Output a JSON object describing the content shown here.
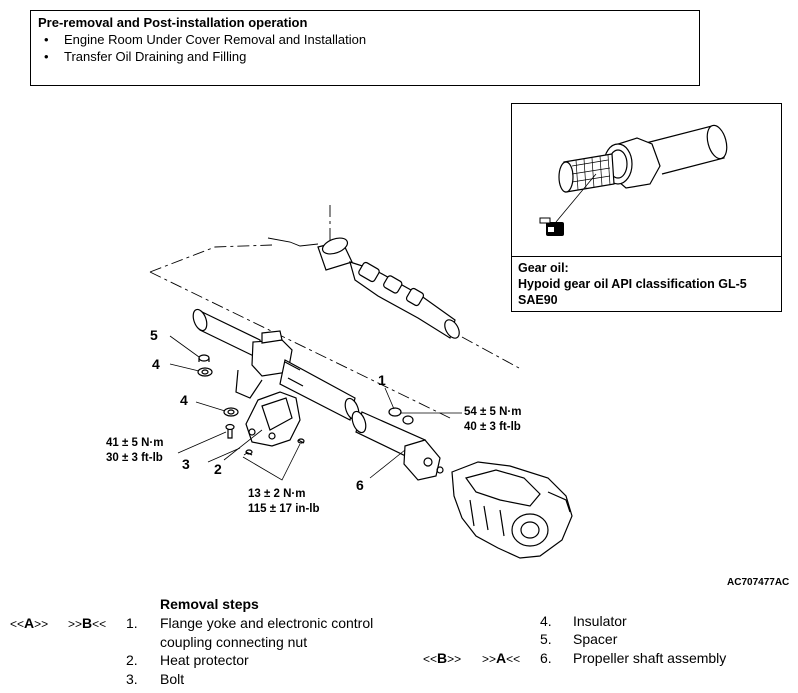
{
  "pre_box": {
    "title": "Pre-removal and Post-installation operation",
    "items": [
      "Engine Room Under Cover Removal and Installation",
      "Transfer Oil Draining and Filling"
    ]
  },
  "inset": {
    "note_line1": "Gear oil:",
    "note_line2": "Hypoid gear oil API classification GL-5",
    "note_line3": "SAE90"
  },
  "callouts": {
    "c1": "1",
    "c2": "2",
    "c3": "3",
    "c4a": "4",
    "c4b": "4",
    "c5": "5",
    "c6": "6"
  },
  "torques": {
    "t1_nm": "54 ± 5 N·m",
    "t1_ftlb": "40 ± 3 ft-lb",
    "t2_nm": "41 ± 5 N·m",
    "t2_ftlb": "30 ± 3 ft-lb",
    "t3_nm": "13 ± 2 N·m",
    "t3_inlb": "115 ± 17 in-lb"
  },
  "figure_code": "AC707477AC",
  "removal": {
    "title": "Removal steps",
    "mark_A_left": "<<",
    "mark_A_letter": "A",
    "mark_A_right": ">>",
    "mark_B_left": ">>",
    "mark_B_letter": "B",
    "mark_B_right": "<<",
    "mark2_B_left": "<<",
    "mark2_B_letter": "B",
    "mark2_B_right": ">>",
    "mark2_A_left": ">>",
    "mark2_A_letter": "A",
    "mark2_A_right": "<<",
    "steps": [
      {
        "num": "1.",
        "text": "Flange yoke and electronic control"
      },
      {
        "num": "",
        "text": "coupling connecting nut"
      },
      {
        "num": "2.",
        "text": "Heat protector"
      },
      {
        "num": "3.",
        "text": "Bolt"
      },
      {
        "num": "4.",
        "text": "Insulator"
      },
      {
        "num": "5.",
        "text": "Spacer"
      },
      {
        "num": "6.",
        "text": "Propeller shaft assembly"
      }
    ]
  }
}
